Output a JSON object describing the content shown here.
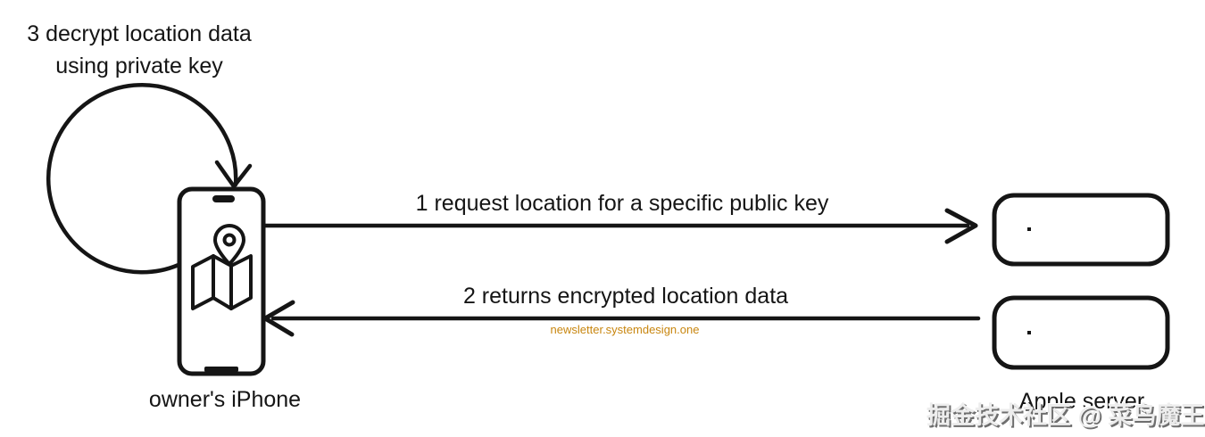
{
  "diagram": {
    "loop_label": {
      "line1": "3 decrypt location data",
      "line2": "using private key"
    },
    "arrows": {
      "request": {
        "label": "1 request location for a specific public key",
        "direction": "iphone-to-server"
      },
      "response": {
        "label": "2 returns encrypted location data",
        "direction": "server-to-iphone"
      }
    },
    "nodes": {
      "iphone": {
        "label": "owner's iPhone"
      },
      "apple_server": {
        "label": "Apple server"
      }
    },
    "site_credit": "newsletter.systemdesign.one",
    "watermark": "掘金技术社区 @ 菜鸟魔王",
    "colors": {
      "stroke": "#151515",
      "text": "#151515",
      "site_credit_orange": "#c8860f",
      "watermark_fill": "#ededed",
      "watermark_shadow": "#6e6e6e",
      "background": "#ffffff"
    }
  }
}
